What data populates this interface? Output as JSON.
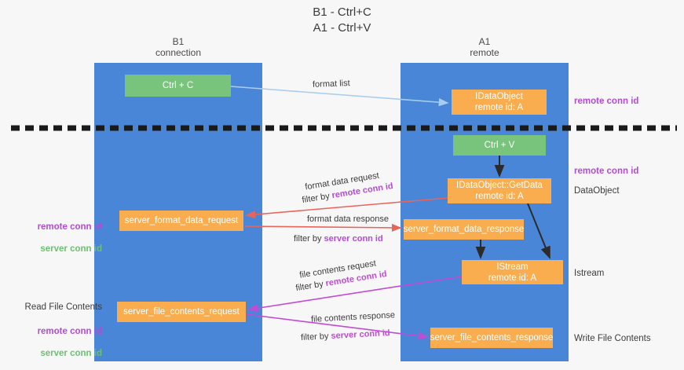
{
  "title": "B1 - Ctrl+C\nA1 - Ctrl+V",
  "columns": {
    "left": {
      "header": "B1\nconnection"
    },
    "right": {
      "header": "A1\nremote"
    }
  },
  "nodes": {
    "ctrl_c": "Ctrl + C",
    "idataobject": "IDataObject\nremote id: A",
    "ctrl_v": "Ctrl + V",
    "getdata": "IDataObject::GetData\nremote id: A",
    "server_format_data_response": "server_format_data_response",
    "istream": "IStream\nremote id: A",
    "server_format_data_request": "server_format_data_request",
    "server_file_contents_request": "server_file_contents_request",
    "server_file_contents_response": "server_file_contents_response"
  },
  "side_labels": {
    "remote_conn_id_top": "remote conn id",
    "remote_conn_id_mid": "remote conn id",
    "dataobject": "DataObject",
    "istream": "Istream",
    "write_file_contents": "Write File Contents",
    "read_file_contents": "Read File Contents",
    "remote_conn_id": "remote conn id",
    "server_conn_id": "server conn id"
  },
  "edges": {
    "format_list": "format list",
    "format_data_request": "format data request",
    "format_data_request_filter_prefix": "filter by ",
    "format_data_request_filter_key": "remote conn id",
    "format_data_response": "format data response",
    "format_data_response_filter_prefix": "filter by ",
    "format_data_response_filter_key": "server conn id",
    "file_contents_request": "file contents request",
    "file_contents_request_filter_prefix": "filter by ",
    "file_contents_request_filter_key": "remote conn id",
    "file_contents_response": "file contents response",
    "file_contents_response_filter_prefix": "filter by ",
    "file_contents_response_filter_key": "server conn id"
  },
  "colors": {
    "lane": "#4a86d8",
    "green_node": "#79c47c",
    "orange_node": "#f9ad4e",
    "remote_key": "#b34bd6",
    "server_key": "#6fbf73",
    "arrow_blue": "#a8cdf0",
    "arrow_red": "#e8645a",
    "arrow_magenta": "#c24bd6",
    "arrow_dark": "#2b2b2b",
    "divider": "#1a1a1a",
    "background": "#f7f7f7"
  }
}
